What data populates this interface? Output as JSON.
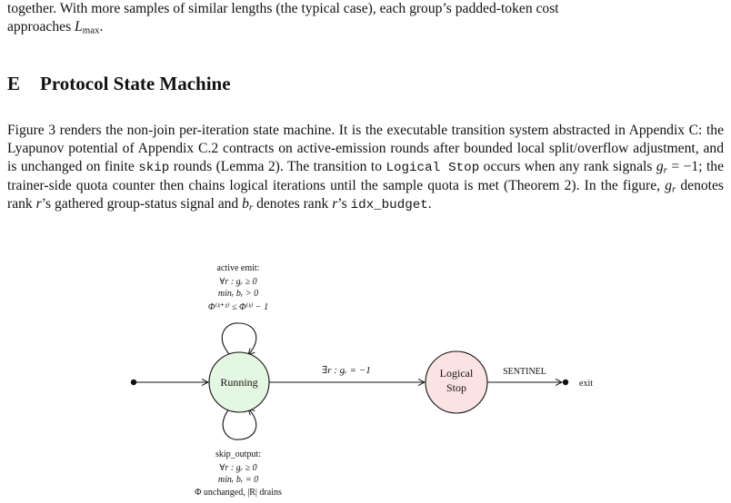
{
  "intro": {
    "line1": "together. With more samples of similar lengths (the typical case), each group’s padded-token cost",
    "line2_prefix": "approaches ",
    "line2_math": "L",
    "line2_sub": "max",
    "line2_suffix": "."
  },
  "section": {
    "number": "E",
    "title": "Protocol State Machine"
  },
  "body": {
    "s1": "Figure 3 renders the non-join per-iteration state machine. It is the executable transition system abstracted in Appendix C: the Lyapunov potential of Appendix C.2 contracts on active-emission rounds after bounded local split/overflow adjustment, and is unchanged on finite ",
    "code_skip": "skip",
    "s2": " rounds (Lemma 2). The transition to ",
    "code_logical_stop": "Logical Stop",
    "s3": " occurs when any rank signals ",
    "m_gr": "g",
    "m_gr_sub": "r",
    "s4": " = −1; the trainer-side quota counter then chains logical iterations until the sample quota is met (Theorem 2). In the figure, ",
    "m_gr2": "g",
    "m_gr2_sub": "r",
    "s5": " denotes rank ",
    "m_r1": "r",
    "s6": "’s gathered group-status signal and ",
    "m_br": "b",
    "m_br_sub": "r",
    "s7": " denotes rank ",
    "m_r2": "r",
    "s8": "’s ",
    "code_idx_budget": "idx_budget",
    "s9": "."
  },
  "figure": {
    "state_running": "Running",
    "state_logical_stop_line1": "Logical",
    "state_logical_stop_line2": "Stop",
    "top_label_1": "active emit:",
    "top_label_2": "∀r : gᵣ ≥ 0",
    "top_label_3": "minᵣ bᵣ > 0",
    "top_label_4": "Φ⁽ᵏ⁺¹⁾ ≤ Φ⁽ᵏ⁾ − 1",
    "edge_label": "∃r : gᵣ = −1",
    "sentinel_label": "SENTINEL",
    "exit_label": "exit",
    "bottom_label_1": "skip_output:",
    "bottom_label_2": "∀r : gᵣ ≥ 0",
    "bottom_label_3": "minᵣ bᵣ = 0",
    "bottom_label_4": "Φ unchanged, |R| drains",
    "colors": {
      "running_fill": "#e4f7e2",
      "logical_stop_fill": "#fbe3e3",
      "stroke": "#111111"
    }
  }
}
